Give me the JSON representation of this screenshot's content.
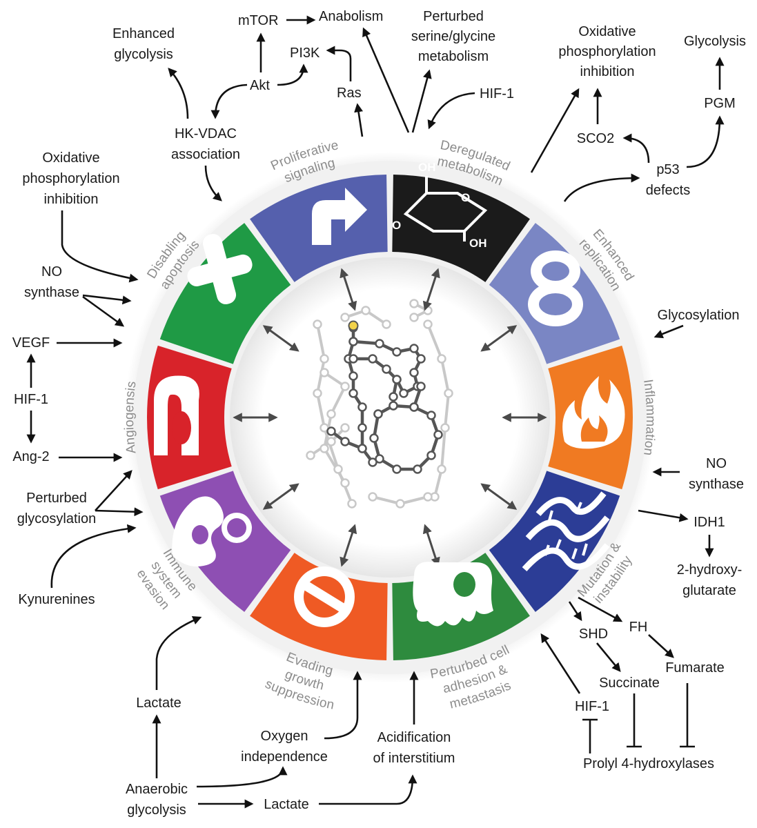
{
  "colors": {
    "proliferative": "#5560ad",
    "metabolism": "#1b1b1b",
    "replication": "#7a86c4",
    "inflammation": "#f07a22",
    "mutation": "#2c3d96",
    "adhesion": "#2e8b3e",
    "growth": "#ef5a24",
    "immune": "#8e4fb3",
    "angiogenesis": "#d8232a",
    "apoptosis": "#1f9a45",
    "ring_label": "#8c8c8c",
    "arrow": "#111111",
    "network_dark": "#555555",
    "network_light": "#c8c8c8",
    "network_node_highlight": "#f2d24a"
  },
  "segments": [
    {
      "id": "proliferative",
      "label": [
        "Proliferative",
        "signaling"
      ],
      "icon": "turn-arrow-icon"
    },
    {
      "id": "metabolism",
      "label": [
        "Deregulated",
        "metabolism"
      ],
      "icon": "glucose-ring-icon",
      "icon_text": [
        "OH",
        "O",
        "O",
        "OH"
      ]
    },
    {
      "id": "replication",
      "label": [
        "Enhanced",
        "replication"
      ],
      "icon": "infinity-icon"
    },
    {
      "id": "inflammation",
      "label": [
        "Inflammation"
      ],
      "icon": "flame-icon"
    },
    {
      "id": "mutation",
      "label": [
        "Mutation &",
        "instability"
      ],
      "icon": "dna-icon"
    },
    {
      "id": "adhesion",
      "label": [
        "Perturbed cell",
        "adhesion &",
        "metastasis"
      ],
      "icon": "cell-blob-icon"
    },
    {
      "id": "growth",
      "label": [
        "Evading",
        "growth",
        "suppression"
      ],
      "icon": "no-entry-icon"
    },
    {
      "id": "immune",
      "label": [
        "Immune",
        "system",
        "evasion"
      ],
      "icon": "pacman-cell-icon"
    },
    {
      "id": "angiogenesis",
      "label": [
        "Angiogensis"
      ],
      "icon": "vessel-icon"
    },
    {
      "id": "apoptosis",
      "label": [
        "Disabling",
        "apoptosis"
      ],
      "icon": "cross-icon"
    }
  ],
  "outer": {
    "mtor": "mTOR",
    "anabolism": "Anabolism",
    "enhanced_glycolysis": [
      "Enhanced",
      "glycolysis"
    ],
    "pi3k": "PI3K",
    "akt": "Akt",
    "ras": "Ras",
    "hk_vdac": [
      "HK-VDAC",
      "association"
    ],
    "serine": [
      "Perturbed",
      "serine/glycine",
      "metabolism"
    ],
    "hif1_top": "HIF-1",
    "oxphos_right": [
      "Oxidative",
      "phosphorylation",
      "inhibition"
    ],
    "glycolysis_right": "Glycolysis",
    "pgm": "PGM",
    "sco2": "SCO2",
    "p53": [
      "p53",
      "defects"
    ],
    "glycosylation": "Glycosylation",
    "no_synthase_right": [
      "NO",
      "synthase"
    ],
    "idh1": "IDH1",
    "hydroxyglutarate": [
      "2-hydroxy-",
      "glutarate"
    ],
    "shd": "SHD",
    "fh": "FH",
    "succinate": "Succinate",
    "fumarate": "Fumarate",
    "hif1_bottom": "HIF-1",
    "prolyl": "Prolyl 4-hydroxylases",
    "acidification": [
      "Acidification",
      "of interstitium"
    ],
    "oxygen": [
      "Oxygen",
      "independence"
    ],
    "lactate_top": "Lactate",
    "lactate_bottom": "Lactate",
    "anaerobic": [
      "Anaerobic",
      "glycolysis"
    ],
    "kynurenines": "Kynurenines",
    "perturbed_glycosylation": [
      "Perturbed",
      "glycosylation"
    ],
    "ang2": "Ang-2",
    "hif1_left": "HIF-1",
    "vegf": "VEGF",
    "no_synthase_left": [
      "NO",
      "synthase"
    ],
    "oxphos_left": [
      "Oxidative",
      "phosphorylation",
      "inhibition"
    ]
  }
}
